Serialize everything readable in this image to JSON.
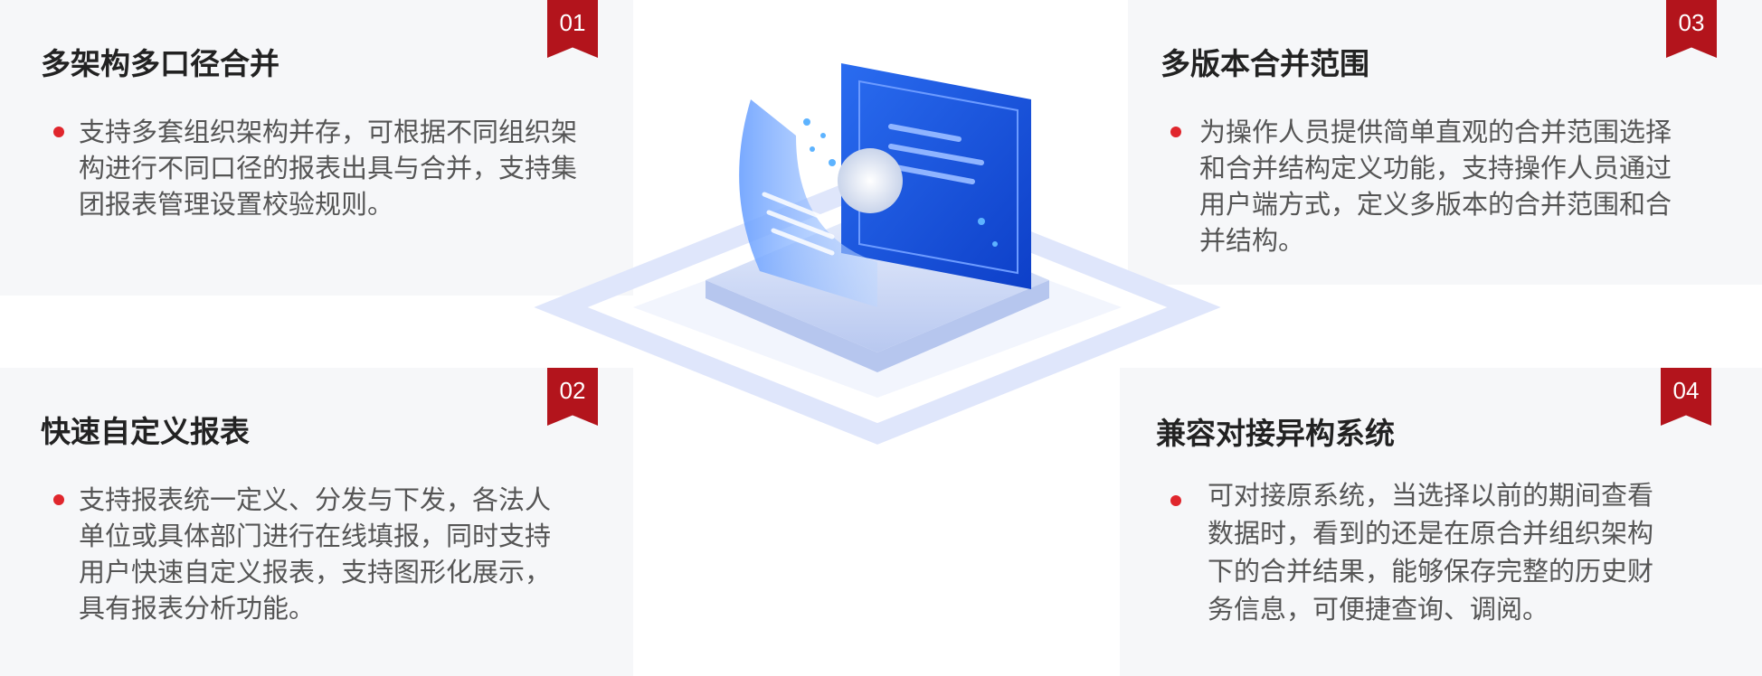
{
  "features": [
    {
      "number": "01",
      "title": "多架构多口径合并",
      "description": "支持多套组织架构并存，可根据不同组织架构进行不同口径的报表出具与合并，支持集团报表管理设置校验规则。"
    },
    {
      "number": "02",
      "title": "快速自定义报表",
      "description": "支持报表统一定义、分发与下发，各法人单位或具体部门进行在线填报，同时支持用户快速自定义报表，支持图形化展示，具有报表分析功能。"
    },
    {
      "number": "03",
      "title": "多版本合并范围",
      "description": "为操作人员提供简单直观的合并范围选择和合并结构定义功能，支持操作人员通过用户端方式，定义多版本的合并范围和合并结构。"
    },
    {
      "number": "04",
      "title": "兼容对接异构系统",
      "description": "可对接原系统，当选择以前的期间查看数据时，看到的还是在原合并组织架构下的合并结果，能够保存完整的历史财务信息，可便捷查询、调阅。"
    }
  ],
  "colors": {
    "badge": "#b3141c",
    "bullet": "#e0262d",
    "card_bg": "#f6f7f9"
  }
}
